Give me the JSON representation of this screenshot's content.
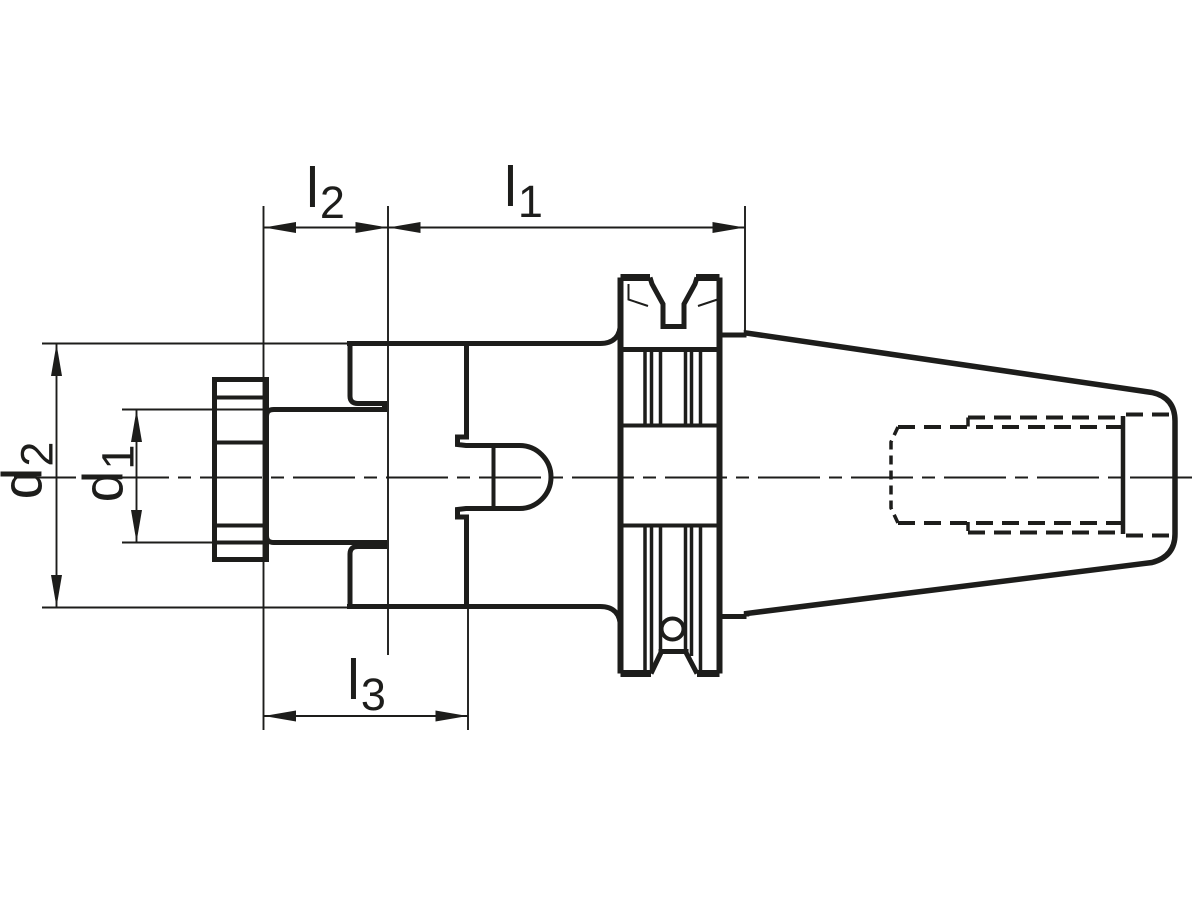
{
  "page": {
    "background_color": "#ffffff",
    "line_color": "#1d1d1b"
  },
  "drawing": {
    "kind": "technical-dimension-drawing",
    "labels": {
      "l1": {
        "base": "l",
        "sub": "1"
      },
      "l2": {
        "base": "l",
        "sub": "2"
      },
      "l3": {
        "base": "l",
        "sub": "3"
      },
      "d1": {
        "base": "d",
        "sub": "1"
      },
      "d2": {
        "base": "d",
        "sub": "2"
      }
    }
  }
}
